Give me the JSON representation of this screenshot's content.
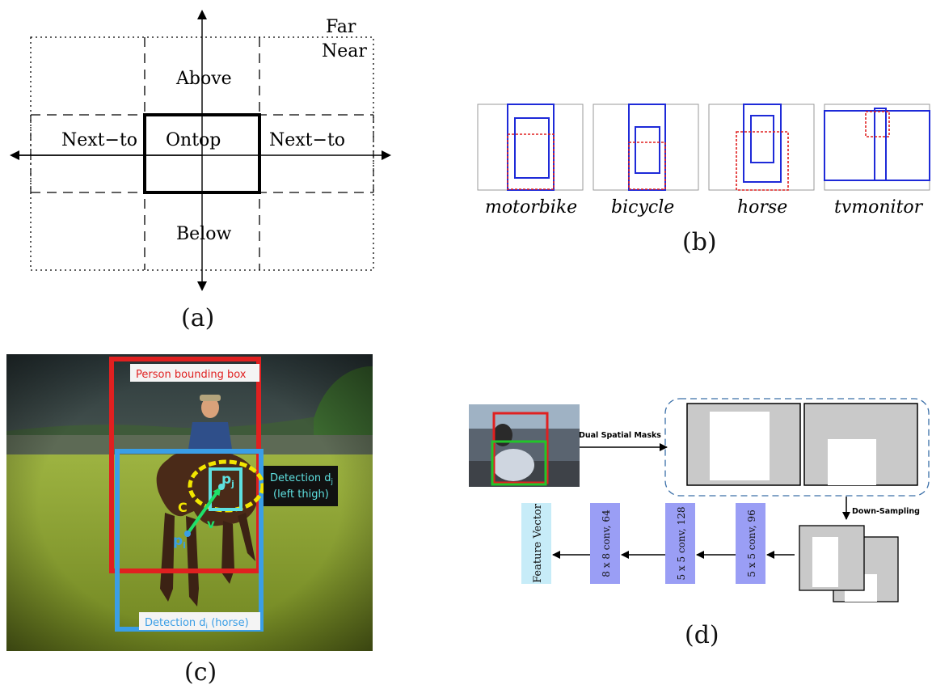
{
  "panel_a": {
    "caption": "(a)",
    "labels": {
      "far": "Far",
      "near": "Near",
      "above": "Above",
      "below": "Below",
      "ontop": "Ontop",
      "next_to_left": "Next−to",
      "next_to_right": "Next−to"
    }
  },
  "panel_b": {
    "caption": "(b)",
    "classes": [
      "motorbike",
      "bicycle",
      "horse",
      "tvmonitor"
    ]
  },
  "panel_c": {
    "caption": "(c)",
    "person_box_label": "Person bounding box",
    "detection_j_label_line1": "Detection d",
    "detection_j_sub": "j",
    "detection_j_label_line2": "(left thigh)",
    "detection_i_label": "Detection d",
    "detection_i_sub": "i",
    "detection_i_suffix": " (horse)",
    "point_i": "p",
    "point_i_sub": "i",
    "point_j": "p",
    "point_j_sub": "j",
    "vector_label": "v",
    "context_label": "C",
    "colors": {
      "person_box": "#e02020",
      "detection_i": "#3a9ee6",
      "detection_j": "#5ee0e0",
      "ellipse": "#f2e600",
      "vector": "#1fe06a"
    }
  },
  "panel_d": {
    "caption": "(d)",
    "dual_spatial_masks": "Dual Spatial Masks",
    "down_sampling": "Down-Sampling",
    "layers": [
      "5 x 5 conv, 96",
      "5 x 5 conv, 128",
      "8 x 8 conv, 64"
    ],
    "feature_vector": "Feature Vector",
    "colors": {
      "conv_layer": "#9a9ef5",
      "feature_vector": "#c7ecf8",
      "mask_gray": "#c9c9c9"
    }
  }
}
